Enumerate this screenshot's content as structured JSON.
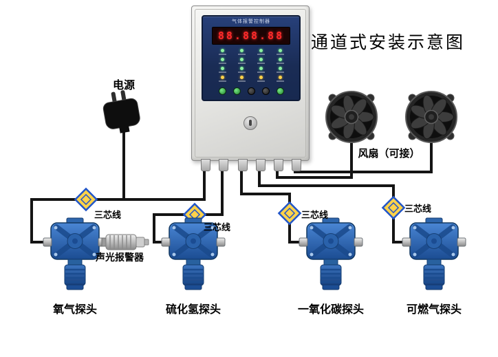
{
  "title": "通道式安装示意图",
  "controller": {
    "header_text": "气体报警控制器",
    "display_value": "88.88.88"
  },
  "power": {
    "label": "电源"
  },
  "fans": {
    "label": "风扇（可接）"
  },
  "alarm": {
    "label": "声光报警器"
  },
  "wires": {
    "core_label": "三芯线"
  },
  "detectors": [
    {
      "label": "氧气探头"
    },
    {
      "label": "硫化氢探头"
    },
    {
      "label": "一氧化碳探头"
    },
    {
      "label": "可燃气探头"
    }
  ],
  "colors": {
    "wire_black": "#141414",
    "detector_blue": "#2a62ab",
    "diamond_yellow": "#ffd24a",
    "diamond_blue": "#2256c8",
    "led_red": "#ff2a2a",
    "panel_navy": "#1c2f5c"
  }
}
